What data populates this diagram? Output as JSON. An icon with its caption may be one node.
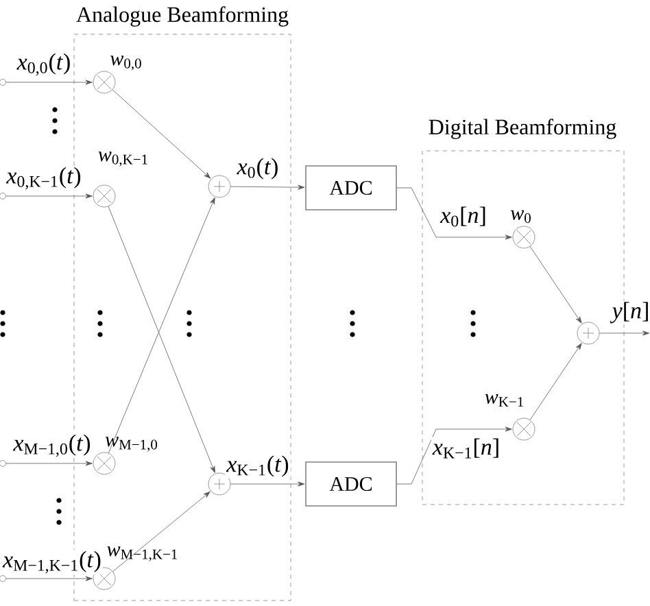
{
  "diagram": {
    "nodes": [
      {
        "text": [
          "Analogue Beamforming"
        ]
      },
      {
        "text": [],
        "shape": "circle"
      },
      {
        "text": [],
        "shape": "circle",
        "beside": [
          "*w*$_{0,0}$"
        ],
        "in": 0
      },
      {
        "text": [],
        "shape": "circle"
      },
      {
        "text": [],
        "shape": "circle",
        "beside": [
          "*w*$_{0,K−1}$"
        ],
        "in": 0
      },
      {
        "text": [],
        "shape": "circle",
        "in": 0
      },
      {
        "text": [],
        "shape": "circle"
      },
      {
        "text": [],
        "shape": "circle",
        "beside": [
          "*w*$_{M−1,0}$"
        ],
        "in": 0
      },
      {
        "text": [],
        "shape": "circle",
        "in": 0
      },
      {
        "text": [],
        "shape": "circle"
      },
      {
        "text": [],
        "shape": "circle",
        "beside": [
          "*w*$_{M−1,K−1}$"
        ],
        "in": 0
      },
      {
        "text": [
          "ADC"
        ]
      },
      {
        "text": [
          "ADC"
        ]
      },
      {
        "text": [
          "Digital Beamforming"
        ]
      },
      {
        "text": [],
        "shape": "circle",
        "beside": [
          "*w*$_{0}$"
        ],
        "in": 13
      },
      {
        "text": [],
        "shape": "circle",
        "in": 13
      },
      {
        "text": [],
        "shape": "circle",
        "beside": [
          "*w*$_{K−1}$"
        ],
        "in": 13
      }
    ],
    "edges": [
      {
        "from": 1,
        "to": 2,
        "arrow": "to",
        "label": "*x*$_{0,0}$(*t*)"
      },
      {
        "from": 3,
        "to": 4,
        "arrow": "to",
        "label": "*x*$_{0,K−1}$(*t*)"
      },
      {
        "from": 6,
        "to": 7,
        "arrow": "to",
        "label": "*x*$_{M−1,0}$(*t*)"
      },
      {
        "from": 9,
        "to": 10,
        "arrow": "to",
        "label": "*x*$_{M−1,K−1}$(*t*)"
      },
      {
        "from": 2,
        "to": 5,
        "arrow": "to"
      },
      {
        "from": 4,
        "to": 8,
        "arrow": "to"
      },
      {
        "from": 7,
        "to": 5,
        "arrow": "to"
      },
      {
        "from": 10,
        "to": 8,
        "arrow": "to"
      },
      {
        "from": 5,
        "to": 11,
        "arrow": "to",
        "label": "*x*$_{0}$(*t*)"
      },
      {
        "from": 8,
        "to": 12,
        "arrow": "to",
        "label": "*x*$_{K−1}$(*t*)"
      },
      {
        "from": 11,
        "to": 14,
        "arrow": "to",
        "label": "*x*$_{0}$[*n*]"
      },
      {
        "from": 12,
        "to": 16,
        "arrow": "to",
        "label": "*x*$_{K−1}$[*n*]"
      },
      {
        "from": 14,
        "to": 15,
        "arrow": "to"
      },
      {
        "from": 16,
        "to": 15,
        "arrow": "to"
      },
      {
        "from": 15,
        "to": null,
        "arrow": "to",
        "label": "*y*[*n*]"
      }
    ]
  }
}
